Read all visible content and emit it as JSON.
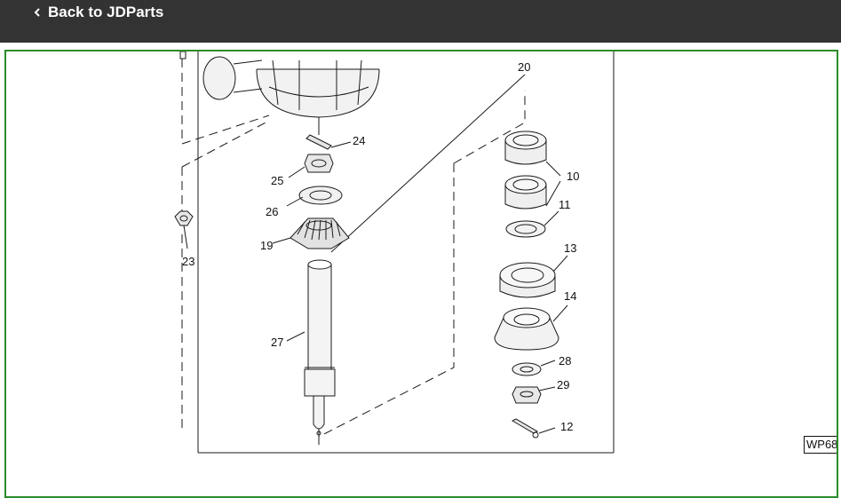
{
  "topbar": {
    "back_label": "Back to JDParts",
    "back_icon": "chevron-left-icon",
    "background": "#333333"
  },
  "viewer": {
    "border_color": "#2a8c2a",
    "figure_code": "WP68",
    "callouts": [
      {
        "id": "20",
        "label": "20"
      },
      {
        "id": "24",
        "label": "24"
      },
      {
        "id": "10",
        "label": "10"
      },
      {
        "id": "25",
        "label": "25"
      },
      {
        "id": "26",
        "label": "26"
      },
      {
        "id": "11",
        "label": "11"
      },
      {
        "id": "19",
        "label": "19"
      },
      {
        "id": "13",
        "label": "13"
      },
      {
        "id": "23",
        "label": "23"
      },
      {
        "id": "14",
        "label": "14"
      },
      {
        "id": "27",
        "label": "27"
      },
      {
        "id": "28",
        "label": "28"
      },
      {
        "id": "29",
        "label": "29"
      },
      {
        "id": "12",
        "label": "12"
      }
    ]
  }
}
